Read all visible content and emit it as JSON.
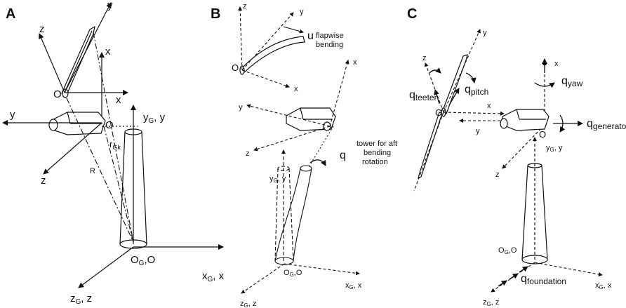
{
  "panels": {
    "a": {
      "title": "A",
      "labels": {
        "y_top": "y",
        "z_top": "z",
        "x_top": "x",
        "o_top": "O",
        "x_mid": "x",
        "y_left": "y",
        "o_mid": "O",
        "yg_y": "y",
        "yg_sub": "G",
        "yg_tail": ", y",
        "rgk_r": "r",
        "rgk_sub": "Gk",
        "r": "R",
        "z_left": "z",
        "og": "O",
        "og_sub": "G",
        "og_tail": ",O",
        "xg": "x",
        "xg_sub": "G",
        "xg_tail": ", x",
        "zg": "z",
        "zg_sub": "G",
        "zg_tail": ", z"
      }
    },
    "b": {
      "title": "B",
      "labels": {
        "z_top": "z",
        "y_top": "y",
        "u": "u",
        "flap1": "flapwise",
        "flap2": "bending",
        "o_top": "O",
        "x_top": "x",
        "x_mid": "x",
        "y_mid": "y",
        "z_mid": "z",
        "q": "q",
        "tower1": "tower for aft",
        "tower2": "bending",
        "tower3": "rotation",
        "yg": "y",
        "yg_sub": "G",
        "yg_tail": ", y",
        "og": "O",
        "og_sub": "G",
        "og_tail": ",O",
        "xg": "x",
        "xg_sub": "G",
        "xg_tail": ", x",
        "zg": "z",
        "zg_sub": "G",
        "zg_tail": ", z"
      }
    },
    "c": {
      "title": "C",
      "labels": {
        "y_top": "y",
        "z_top": "z",
        "x_top": "x",
        "q_yaw": "q",
        "q_yaw_sub": "yaw",
        "q_teeter": "q",
        "q_teeter_sub": "teeter",
        "q_pitch": "q",
        "q_pitch_sub": "pitch",
        "o_rotor": "O",
        "x_mid": "x",
        "y_mid": "y",
        "o_nac": "O",
        "q_gen": "q",
        "q_gen_sub": "generator",
        "yg": "y",
        "yg_sub": "G",
        "yg_tail": ", y",
        "z_mid": "z",
        "og": "O",
        "og_sub": "G",
        "og_tail": ",O",
        "q_found": "q",
        "q_found_sub": "foundation",
        "xg": "x",
        "xg_sub": "G",
        "xg_tail": ", x",
        "zg": "z",
        "zg_sub": "G",
        "zg_tail": ", z"
      }
    }
  }
}
